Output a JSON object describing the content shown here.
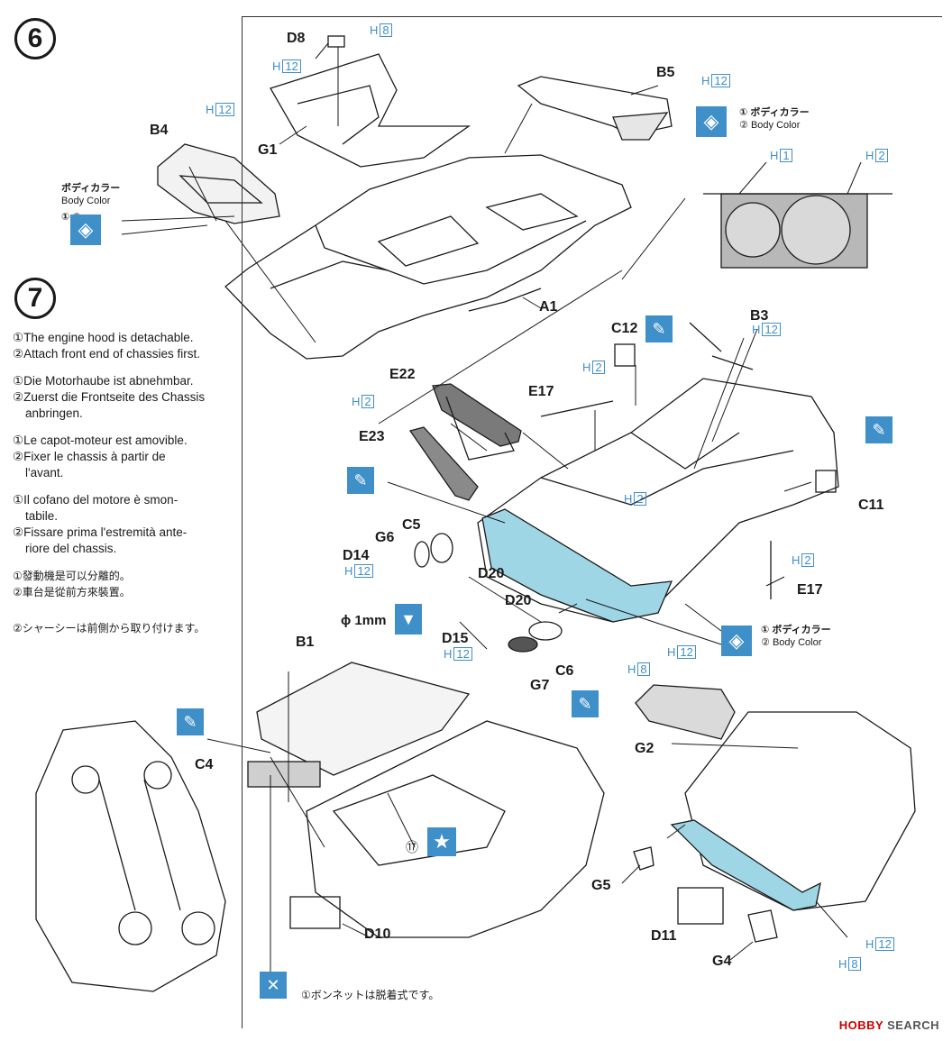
{
  "steps": {
    "step6": "6",
    "step7": "7"
  },
  "instructions_7": {
    "en1": "①The engine hood is detachable.",
    "en2": "②Attach front end of chassies first.",
    "de1": "①Die Motorhaube ist abnehmbar.",
    "de2": "②Zuerst die Frontseite des Chassis",
    "de2b": "anbringen.",
    "fr1": "①Le capot-moteur est amovible.",
    "fr2": "②Fixer le chassis à partir de",
    "fr2b": "l'avant.",
    "it1": "①Il cofano del motore è smon-",
    "it1b": "tabile.",
    "it2": "②Fissare prima l'estremità ante-",
    "it2b": "riore del chassis.",
    "zh1": "①發動機是可以分離的。",
    "zh2": "②車台是從前方來裝置。",
    "ja2": "②シャーシーは前側から取り付けます。",
    "ja1": "①ボンネットは脱着式です。"
  },
  "body_color": {
    "jp": "ボディカラー",
    "en": "Body Color",
    "n1": "①",
    "n2": "②"
  },
  "parts": {
    "D8": "D8",
    "G1": "G1",
    "B4": "B4",
    "B5": "B5",
    "A1": "A1",
    "C12": "C12",
    "B3": "B3",
    "E22": "E22",
    "E17a": "E17",
    "E23": "E23",
    "C11": "C11",
    "C5": "C5",
    "G6": "G6",
    "D14": "D14",
    "D20a": "D20",
    "E17b": "E17",
    "D20b": "D20",
    "D15": "D15",
    "C6": "C6",
    "G7": "G7",
    "B1": "B1",
    "C4": "C4",
    "G2": "G2",
    "G5": "G5",
    "D11": "D11",
    "G4": "G4",
    "D10": "D10"
  },
  "phi": "ϕ 1mm",
  "callout17": "⑰",
  "color_codes": {
    "h8_top": {
      "h": "H",
      "n": "8"
    },
    "h12_d8": {
      "h": "H",
      "n": "12"
    },
    "h12_b4": {
      "h": "H",
      "n": "12"
    },
    "h12_b5": {
      "h": "H",
      "n": "12"
    },
    "h1": {
      "h": "H",
      "n": "1"
    },
    "h2_grille": {
      "h": "H",
      "n": "2"
    },
    "h12_b3": {
      "h": "H",
      "n": "12"
    },
    "h2_c12": {
      "h": "H",
      "n": "2"
    },
    "h2_e22": {
      "h": "H",
      "n": "2"
    },
    "h2_hood": {
      "h": "H",
      "n": "2"
    },
    "h12_d14": {
      "h": "H",
      "n": "12"
    },
    "h2_e17b": {
      "h": "H",
      "n": "2"
    },
    "h12_d15": {
      "h": "H",
      "n": "12"
    },
    "h8_bumper": {
      "h": "H",
      "n": "8"
    },
    "h12_bumper": {
      "h": "H",
      "n": "12"
    },
    "h12_rear": {
      "h": "H",
      "n": "12"
    },
    "h8_rear": {
      "h": "H",
      "n": "8"
    }
  },
  "watermark": {
    "brand": "HOBBY",
    "rest": "SEARCH"
  },
  "colors": {
    "accent_blue": "#3f8fc8",
    "bumper_fill": "#9fd6e6",
    "grey_fill": "#b8b8b8"
  }
}
